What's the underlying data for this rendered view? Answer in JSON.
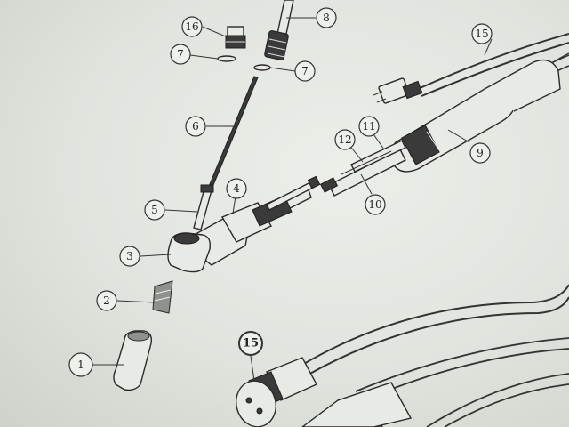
{
  "diagram": {
    "callouts": [
      {
        "id": "c16",
        "label": "16"
      },
      {
        "id": "c8",
        "label": "8"
      },
      {
        "id": "c7a",
        "label": "7"
      },
      {
        "id": "c7b",
        "label": "7"
      },
      {
        "id": "c15a",
        "label": "15"
      },
      {
        "id": "c6",
        "label": "6"
      },
      {
        "id": "c11",
        "label": "11"
      },
      {
        "id": "c12",
        "label": "12"
      },
      {
        "id": "c9",
        "label": "9"
      },
      {
        "id": "c4",
        "label": "4"
      },
      {
        "id": "c5",
        "label": "5"
      },
      {
        "id": "c10",
        "label": "10"
      },
      {
        "id": "c3",
        "label": "3"
      },
      {
        "id": "c2",
        "label": "2"
      },
      {
        "id": "c15b",
        "label": "15"
      },
      {
        "id": "c1",
        "label": "1"
      }
    ]
  }
}
